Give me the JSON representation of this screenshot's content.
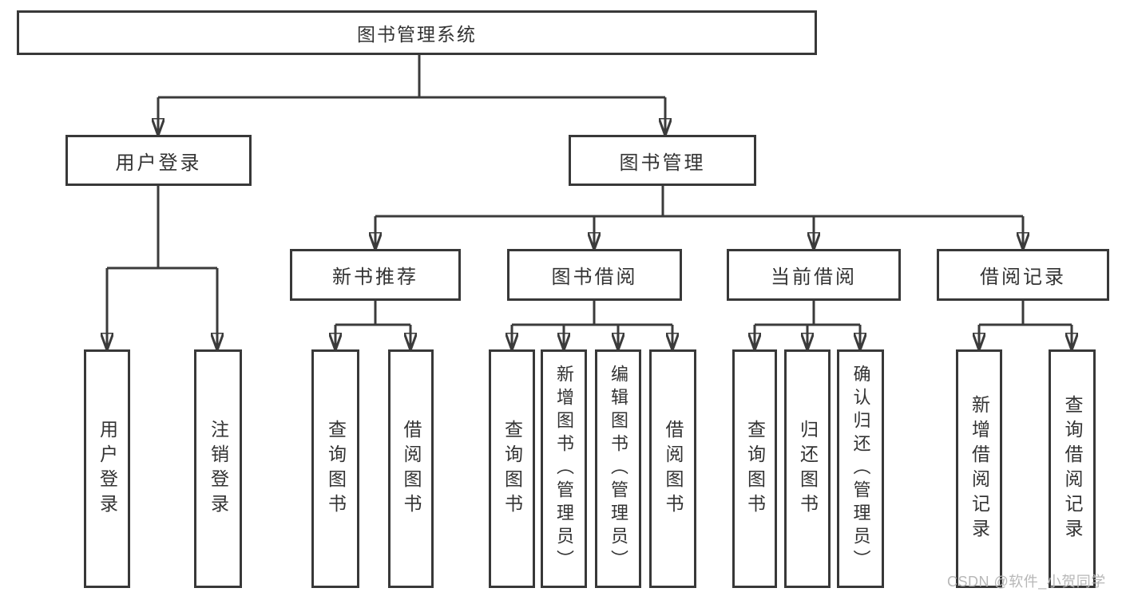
{
  "tree": {
    "label": "图书管理系统",
    "children": [
      {
        "label": "用户登录",
        "children": [
          {
            "label": "用户登录"
          },
          {
            "label": "注销登录"
          }
        ]
      },
      {
        "label": "图书管理",
        "children": [
          {
            "label": "新书推荐",
            "children": [
              {
                "label": "查询图书"
              },
              {
                "label": "借阅图书"
              }
            ]
          },
          {
            "label": "图书借阅",
            "children": [
              {
                "label": "查询图书"
              },
              {
                "label": "新增图书（管理员）"
              },
              {
                "label": "编辑图书（管理员）"
              },
              {
                "label": "借阅图书"
              }
            ]
          },
          {
            "label": "当前借阅",
            "children": [
              {
                "label": "查询图书"
              },
              {
                "label": "归还图书"
              },
              {
                "label": "确认归还（管理员）"
              }
            ]
          },
          {
            "label": "借阅记录",
            "children": [
              {
                "label": "新增借阅记录"
              },
              {
                "label": "查询借阅记录"
              }
            ]
          }
        ]
      }
    ]
  },
  "watermark": "CSDN @软件_小贺同学",
  "colors": {
    "line": "#3b3b3b",
    "box_border": "#383838",
    "text": "#333333",
    "watermark": "#b7b7b7",
    "background": "#ffffff"
  }
}
